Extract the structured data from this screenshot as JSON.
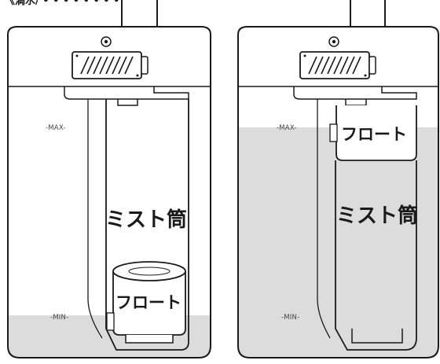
{
  "header_fragment": "《満水/ • • • • • • • • 》",
  "colors": {
    "outline": "#1a1a1a",
    "water": "#dcdcdc",
    "background": "#ffffff"
  },
  "icons": [
    "screw-icon",
    "vent-grille-icon"
  ],
  "panels": [
    {
      "state": "water at MIN level",
      "max_label": "-MAX-",
      "min_label": "-MIN-",
      "tube_label": "ミスト筒",
      "float_label": "フロート"
    },
    {
      "state": "water at MAX level",
      "max_label": "-MAX-",
      "min_label": "-MIN-",
      "tube_label": "ミスト筒",
      "float_label": "フロート"
    }
  ]
}
